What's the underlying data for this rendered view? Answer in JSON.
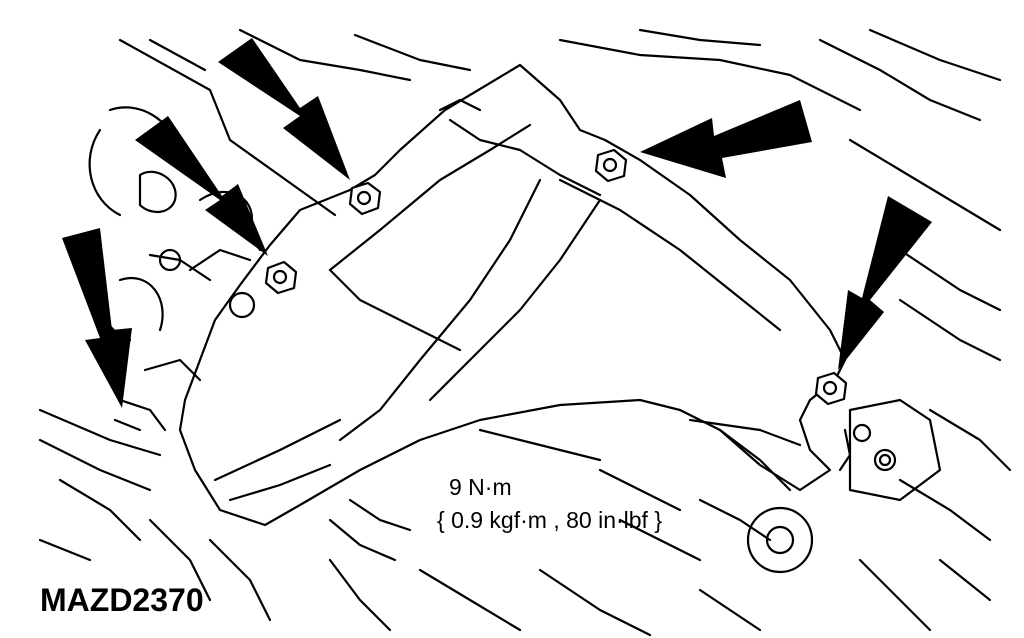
{
  "annotation": {
    "torque_nm": "9 N·m",
    "torque_alt": "{ 0.9 kgf·m , 80 in·lbf }"
  },
  "figure_code": "MAZD2370",
  "colors": {
    "ink": "#000000",
    "paper": "#ffffff"
  },
  "fasteners": [
    {
      "name": "nut-top-left"
    },
    {
      "name": "nut-left"
    },
    {
      "name": "nut-top-right"
    },
    {
      "name": "nut-right"
    }
  ],
  "arrows": [
    {
      "name": "arrow-top-left"
    },
    {
      "name": "arrow-left-upper"
    },
    {
      "name": "arrow-left-lower"
    },
    {
      "name": "arrow-top-right"
    },
    {
      "name": "arrow-right"
    }
  ]
}
